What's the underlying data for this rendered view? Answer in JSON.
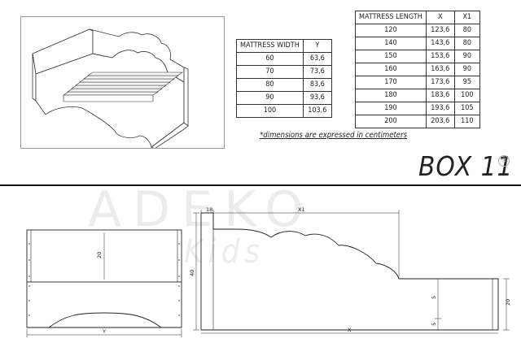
{
  "mattress_width_table": {
    "headers": [
      "MATTRESS WIDTH",
      "Y"
    ],
    "rows": [
      [
        "60",
        "63,6"
      ],
      [
        "70",
        "73,6"
      ],
      [
        "80",
        "83,6"
      ],
      [
        "90",
        "93,6"
      ],
      [
        "100",
        "103,6"
      ]
    ]
  },
  "mattress_length_table": {
    "headers": [
      "MATTRESS LENGTH",
      "X",
      "X1"
    ],
    "rows": [
      [
        "120",
        "123,6",
        "80"
      ],
      [
        "140",
        "143,6",
        "80"
      ],
      [
        "150",
        "153,6",
        "90"
      ],
      [
        "160",
        "163,6",
        "90"
      ],
      [
        "170",
        "173,6",
        "95"
      ],
      [
        "180",
        "183,6",
        "100"
      ],
      [
        "190",
        "193,6",
        "105"
      ],
      [
        "200",
        "203,6",
        "110"
      ]
    ]
  },
  "note": "*dimensions are expressed in centimeters",
  "title": "BOX 11",
  "registered_mark": "®",
  "watermark": {
    "brand": "ADEKO",
    "sub": "Kids"
  },
  "front_view": {
    "height_label": "20",
    "width_label": "Y"
  },
  "side_view": {
    "top_offset": "18",
    "top_length": "X1",
    "total_height": "40",
    "step_label": "5",
    "bottom_label": "5",
    "right_height": "20",
    "length_label": "X"
  }
}
